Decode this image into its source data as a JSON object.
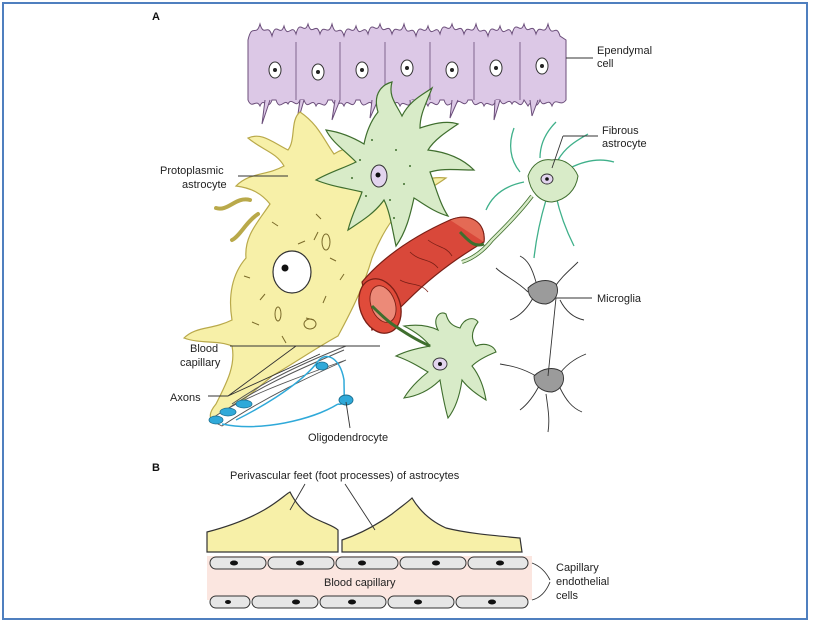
{
  "panels": {
    "a": "A",
    "b": "B"
  },
  "labels": {
    "ependymal": [
      "Ependymal",
      "cell"
    ],
    "fibrous": [
      "Fibrous",
      "astrocyte"
    ],
    "protoplasmic": [
      "Protoplasmic",
      "astrocyte"
    ],
    "microglia": "Microglia",
    "blood_capillary": [
      "Blood",
      "capillary"
    ],
    "axons": "Axons",
    "oligodendrocyte": "Oligodendrocyte"
  },
  "panel_b": {
    "perivascular": "Perivascular feet (foot processes) of astrocytes",
    "blood_capillary": "Blood capillary",
    "endothelial": [
      "Capillary",
      "endothelial",
      "cells"
    ]
  },
  "colors": {
    "ependymal": "#dcc8e6",
    "protoplasmic": "#f7f0a8",
    "fibrous": "#d8ebc8",
    "capillary": "#d9483a",
    "oligodendrocyte": "#2fa9d9",
    "microglia": "#9b9b9b",
    "border": "#4f7fbf"
  }
}
